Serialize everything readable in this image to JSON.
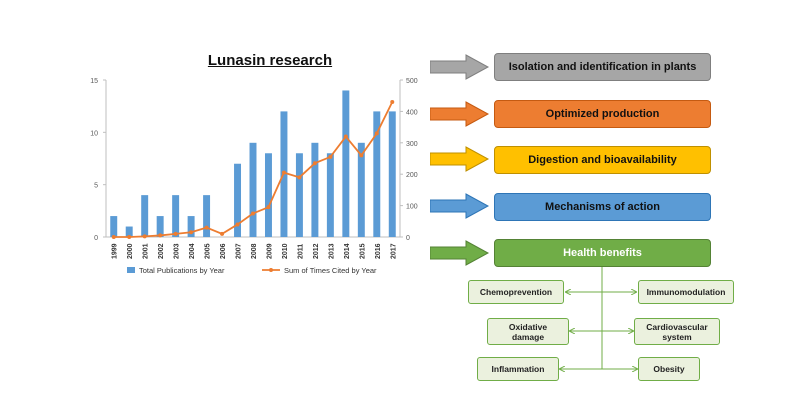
{
  "chart_data": {
    "type": "bar+line",
    "title": "Lunasin research",
    "categories": [
      "1999",
      "2000",
      "2001",
      "2002",
      "2003",
      "2004",
      "2005",
      "2006",
      "2007",
      "2008",
      "2009",
      "2010",
      "2011",
      "2012",
      "2013",
      "2014",
      "2015",
      "2016",
      "2017"
    ],
    "series": [
      {
        "name": "Total Publications by Year",
        "type": "bar",
        "axis": "left",
        "color": "#5b9bd5",
        "values": [
          2,
          1,
          4,
          2,
          4,
          2,
          4,
          0,
          7,
          9,
          8,
          12,
          8,
          9,
          8,
          14,
          9,
          12,
          12
        ]
      },
      {
        "name": "Sum of Times Cited by Year",
        "type": "line",
        "axis": "right",
        "color": "#ed7d31",
        "values": [
          0,
          0,
          2,
          5,
          10,
          15,
          30,
          10,
          40,
          75,
          95,
          205,
          190,
          235,
          255,
          320,
          260,
          330,
          430
        ]
      }
    ],
    "y_left": {
      "min": 0,
      "max": 15,
      "ticks": [
        0,
        5,
        10,
        15
      ]
    },
    "y_right": {
      "min": 0,
      "max": 500,
      "ticks": [
        0,
        100,
        200,
        300,
        400,
        500
      ]
    },
    "legend_position": "bottom",
    "grid": false
  },
  "flow": {
    "steps": [
      {
        "label": "Isolation and identification in plants",
        "fill": "#a6a6a6",
        "text_color": "#111111"
      },
      {
        "label": "Optimized production",
        "fill": "#ed7d31",
        "text_color": "#111111"
      },
      {
        "label": "Digestion and bioavailability",
        "fill": "#ffc000",
        "text_color": "#111111"
      },
      {
        "label": "Mechanisms of action",
        "fill": "#5b9bd5",
        "text_color": "#111111"
      },
      {
        "label": "Health benefits",
        "fill": "#70ad47",
        "text_color": "#ffffff"
      }
    ],
    "benefits": {
      "chemoprevention": "Chemoprevention",
      "immunomodulation": "Immunomodulation",
      "oxidative_damage": "Oxidative damage",
      "cardiovascular": "Cardiovascular system",
      "inflammation": "Inflammation",
      "obesity": "Obesity"
    }
  }
}
